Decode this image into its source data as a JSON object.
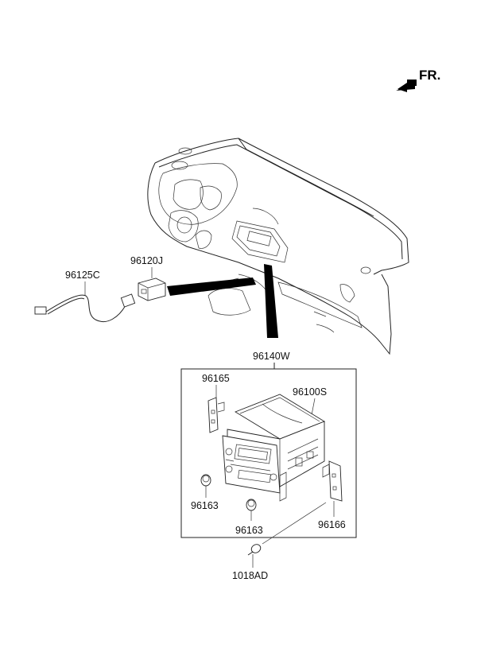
{
  "direction": {
    "label": "FR.",
    "icon": "front-arrow-icon"
  },
  "parts": {
    "antenna_cable": "96125C",
    "aux_jack": "96120J",
    "audio_assembly": "96140W",
    "bracket_left": "96165",
    "head_unit": "96100S",
    "knob_left": "96163",
    "knob_right": "96163",
    "bracket_right": "96166",
    "screw": "1018AD"
  }
}
